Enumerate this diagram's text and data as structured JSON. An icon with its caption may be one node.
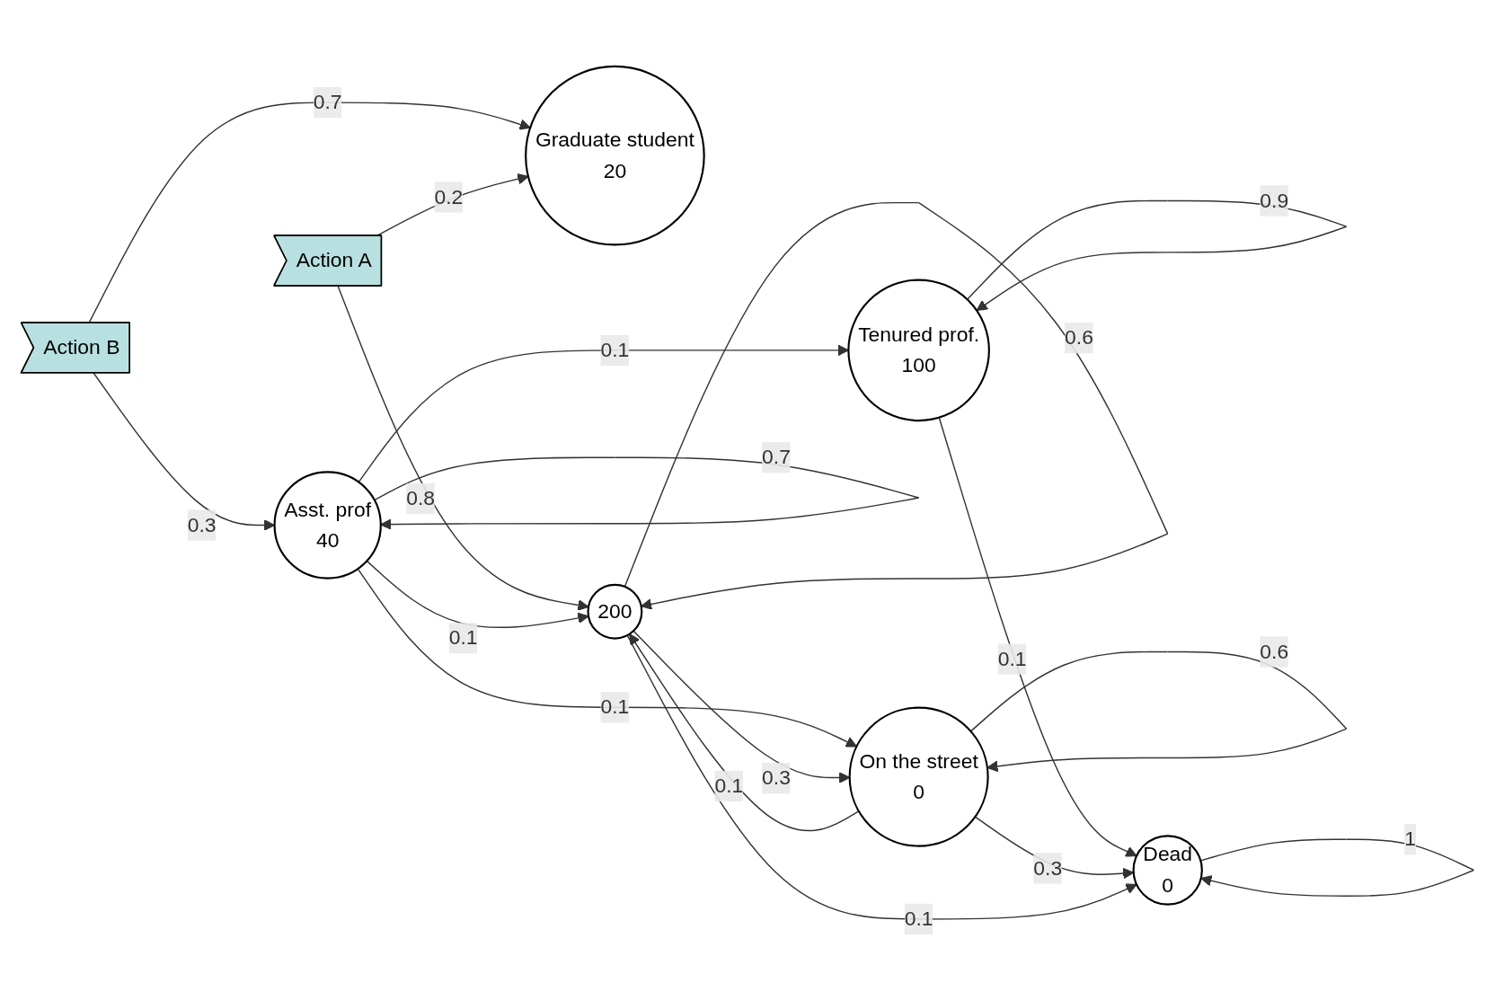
{
  "diagram": {
    "nodes": [
      {
        "text": [
          "Graduate student",
          "20"
        ]
      },
      {
        "text": [
          "Action B"
        ]
      },
      {
        "text": [
          "Action A"
        ]
      },
      {
        "text": [
          "Asst. prof",
          "40"
        ]
      },
      {
        "text": [
          "Tenured prof.",
          "100"
        ]
      },
      {
        "text": [
          "200"
        ]
      },
      {
        "text": [
          "On the street",
          "0"
        ]
      },
      {
        "text": [
          "Dead",
          "0"
        ]
      }
    ],
    "edges": [
      {
        "from": 1,
        "to": 0,
        "arrow": "to",
        "label": "0.7"
      },
      {
        "from": 1,
        "to": 3,
        "arrow": "to",
        "label": "0.3"
      },
      {
        "from": 2,
        "to": 0,
        "arrow": "to",
        "label": "0.2"
      },
      {
        "from": 2,
        "to": 5,
        "arrow": "to",
        "label": "0.8"
      },
      {
        "from": 3,
        "to": 3,
        "arrow": "to",
        "label": "0.7"
      },
      {
        "from": 3,
        "to": 4,
        "arrow": "to",
        "label": "0.1"
      },
      {
        "from": 3,
        "to": 5,
        "arrow": "to",
        "label": "0.1"
      },
      {
        "from": 3,
        "to": 6,
        "arrow": "to",
        "label": "0.1"
      },
      {
        "from": 4,
        "to": 4,
        "arrow": "to",
        "label": "0.9"
      },
      {
        "from": 4,
        "to": 7,
        "arrow": "to",
        "label": "0.1"
      },
      {
        "from": 5,
        "to": 6,
        "arrow": "to",
        "label": "0.3"
      },
      {
        "from": 6,
        "to": 5,
        "arrow": "to",
        "label": "0.1"
      },
      {
        "from": 5,
        "to": 5,
        "arrow": "to",
        "label": "0.6"
      },
      {
        "from": 6,
        "to": 6,
        "arrow": "to",
        "label": "0.6"
      },
      {
        "from": 6,
        "to": 7,
        "arrow": "to",
        "label": "0.3"
      },
      {
        "from": 5,
        "to": 7,
        "arrow": "to",
        "label": "0.1"
      },
      {
        "from": 7,
        "to": 7,
        "arrow": "to",
        "label": "1"
      }
    ]
  }
}
